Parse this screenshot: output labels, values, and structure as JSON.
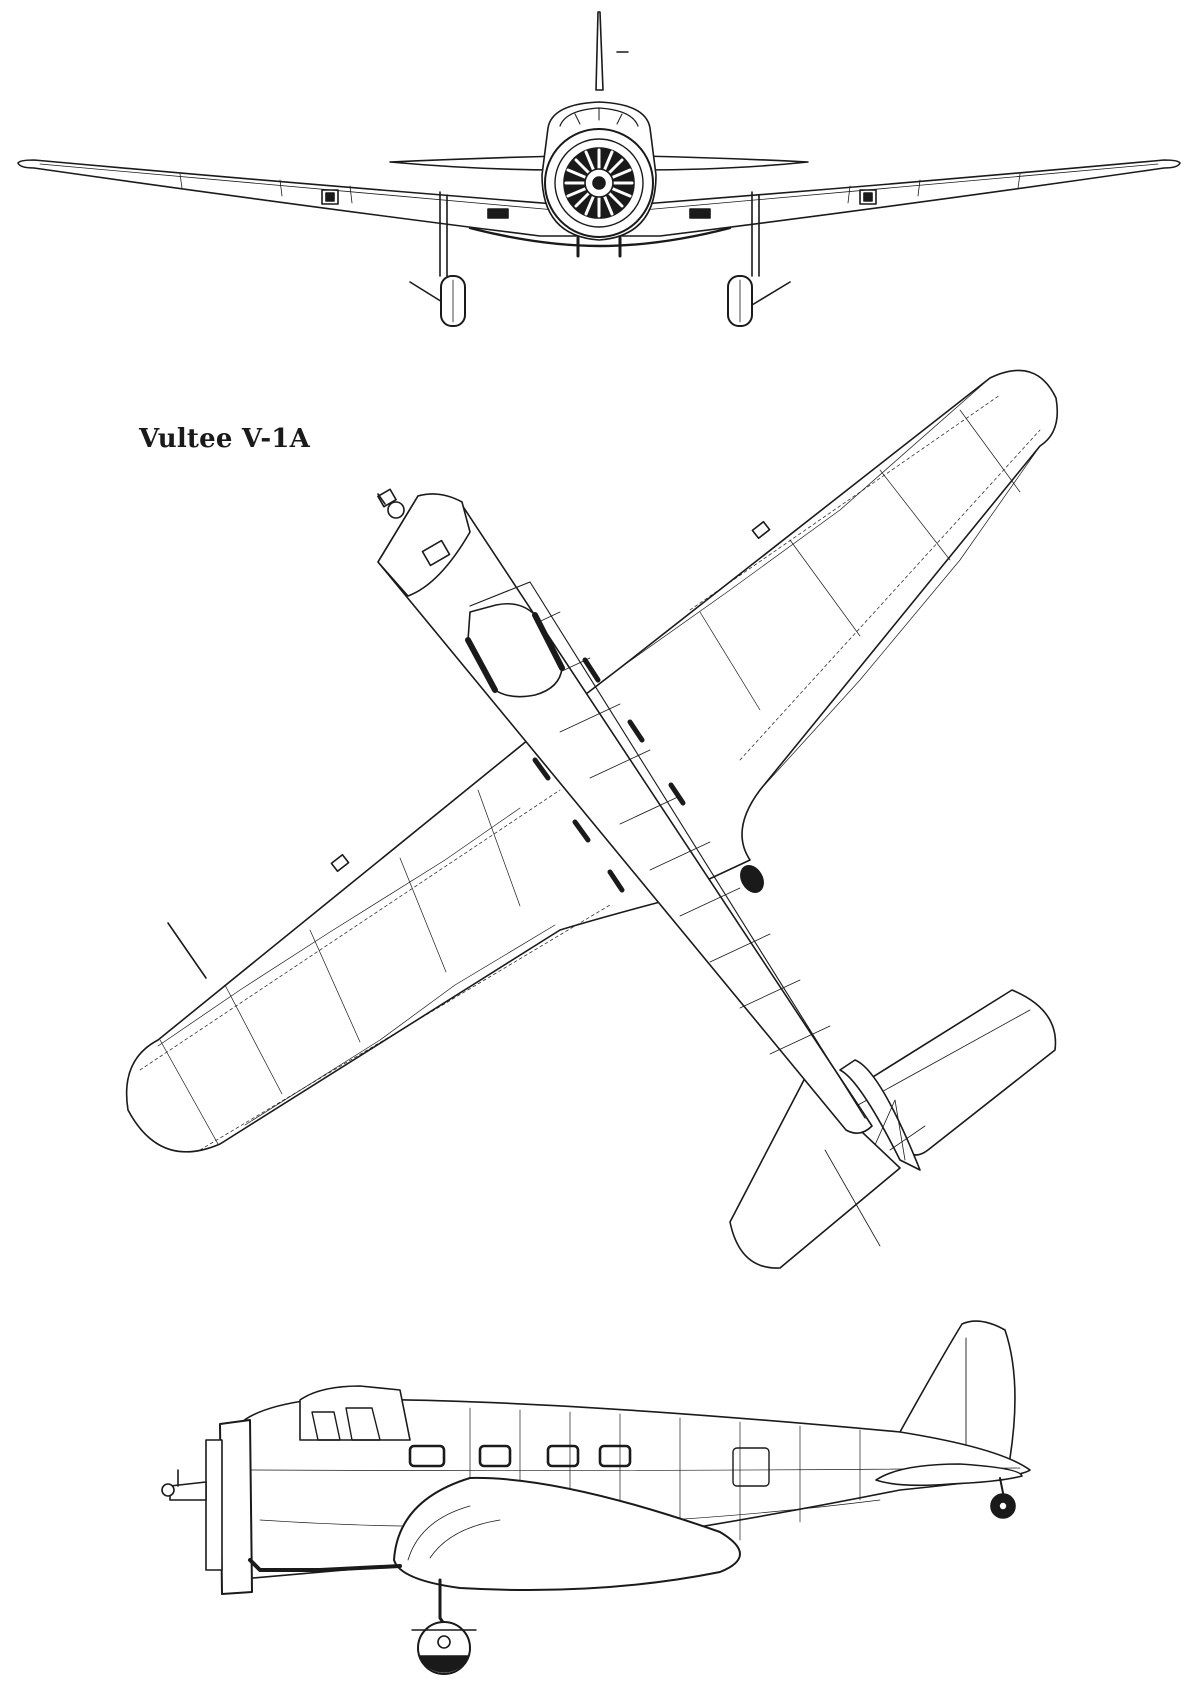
{
  "drawing": {
    "title": "Vultee V-1A",
    "line_color": "#1a1a1a",
    "background": "#ffffff",
    "views": [
      "front-view",
      "top-view",
      "side-view"
    ]
  }
}
